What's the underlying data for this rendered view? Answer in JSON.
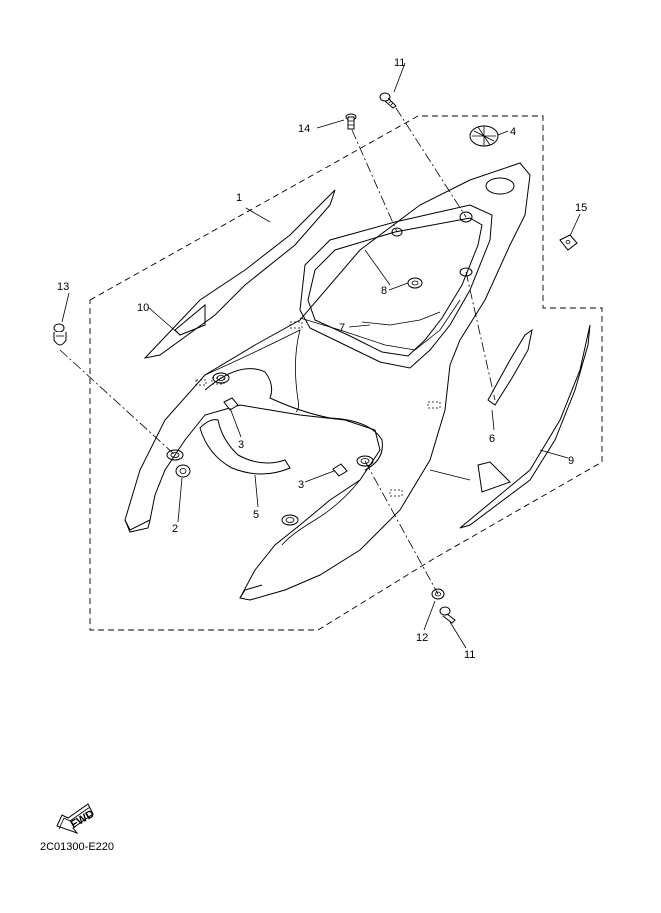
{
  "diagram": {
    "reference_code": "2C01300-E220",
    "fwd_badge": "FWD",
    "callouts": [
      {
        "id": "1",
        "text": "1"
      },
      {
        "id": "2",
        "text": "2"
      },
      {
        "id": "3a",
        "text": "3"
      },
      {
        "id": "3b",
        "text": "3"
      },
      {
        "id": "4",
        "text": "4"
      },
      {
        "id": "5",
        "text": "5"
      },
      {
        "id": "6",
        "text": "6"
      },
      {
        "id": "7",
        "text": "7"
      },
      {
        "id": "8",
        "text": "8"
      },
      {
        "id": "9",
        "text": "9"
      },
      {
        "id": "10",
        "text": "10"
      },
      {
        "id": "11a",
        "text": "11"
      },
      {
        "id": "11b",
        "text": "11"
      },
      {
        "id": "12",
        "text": "12"
      },
      {
        "id": "13",
        "text": "13"
      },
      {
        "id": "14",
        "text": "14"
      },
      {
        "id": "15",
        "text": "15"
      }
    ]
  }
}
